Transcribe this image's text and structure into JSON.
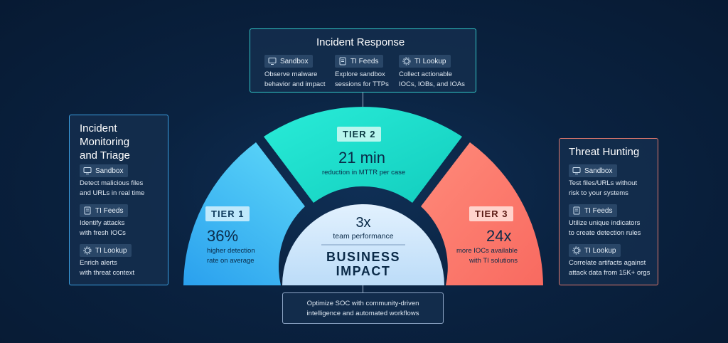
{
  "colors": {
    "tier1": "#3fb8f0",
    "tier2": "#1fe0cf",
    "tier3": "#ff7a6c",
    "center": "#cfe6fb"
  },
  "incident_response": {
    "title": "Incident Response",
    "items": [
      {
        "icon": "monitor-icon",
        "label": "Sandbox",
        "desc": [
          "Observe malware",
          "behavior and impact"
        ]
      },
      {
        "icon": "document-icon",
        "label": "TI Feeds",
        "desc": [
          "Explore sandbox",
          "sessions for TTPs"
        ]
      },
      {
        "icon": "gear-icon",
        "label": "TI Lookup",
        "desc": [
          "Collect actionable",
          "IOCs, IOBs, and IOAs"
        ]
      }
    ]
  },
  "monitoring": {
    "title": [
      "Incident",
      "Monitoring",
      "and Triage"
    ],
    "items": [
      {
        "icon": "monitor-icon",
        "label": "Sandbox",
        "desc": [
          "Detect malicious files",
          "and URLs in real time"
        ]
      },
      {
        "icon": "document-icon",
        "label": "TI Feeds",
        "desc": [
          "Identify attacks",
          "with fresh IOCs"
        ]
      },
      {
        "icon": "gear-icon",
        "label": "TI Lookup",
        "desc": [
          "Enrich alerts",
          "with threat context"
        ]
      }
    ]
  },
  "hunting": {
    "title": "Threat Hunting",
    "items": [
      {
        "icon": "monitor-icon",
        "label": "Sandbox",
        "desc": [
          "Test files/URLs without",
          "risk to your systems"
        ]
      },
      {
        "icon": "document-icon",
        "label": "TI Feeds",
        "desc": [
          "Utilize unique indicators",
          "to create detection rules"
        ]
      },
      {
        "icon": "gear-icon",
        "label": "TI Lookup",
        "desc": [
          "Correlate artifacts against",
          "attack data from 15K+ orgs"
        ]
      }
    ]
  },
  "tier1": {
    "label": "TIER 1",
    "metric": "36%",
    "sub": [
      "higher detection",
      "rate on average"
    ]
  },
  "tier2": {
    "label": "TIER 2",
    "metric": "21 min",
    "sub": [
      "reduction in MTTR per case"
    ]
  },
  "tier3": {
    "label": "TIER 3",
    "metric": "24x",
    "sub": [
      "more IOCs available",
      "with TI solutions"
    ]
  },
  "center": {
    "metric": "3x",
    "sub": "team performance",
    "title": [
      "BUSINESS",
      "IMPACT"
    ]
  },
  "business": {
    "desc": [
      "Optimize SOC with community-driven",
      "intelligence and automated workflows"
    ]
  }
}
